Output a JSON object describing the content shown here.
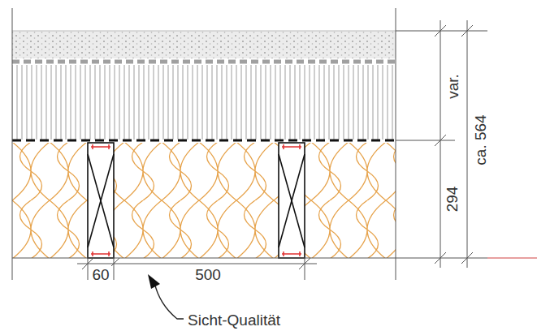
{
  "diagram": {
    "labels": [
      "var.",
      "ca. 564",
      "294",
      "60",
      "500",
      "Sicht-Qualität"
    ]
  }
}
